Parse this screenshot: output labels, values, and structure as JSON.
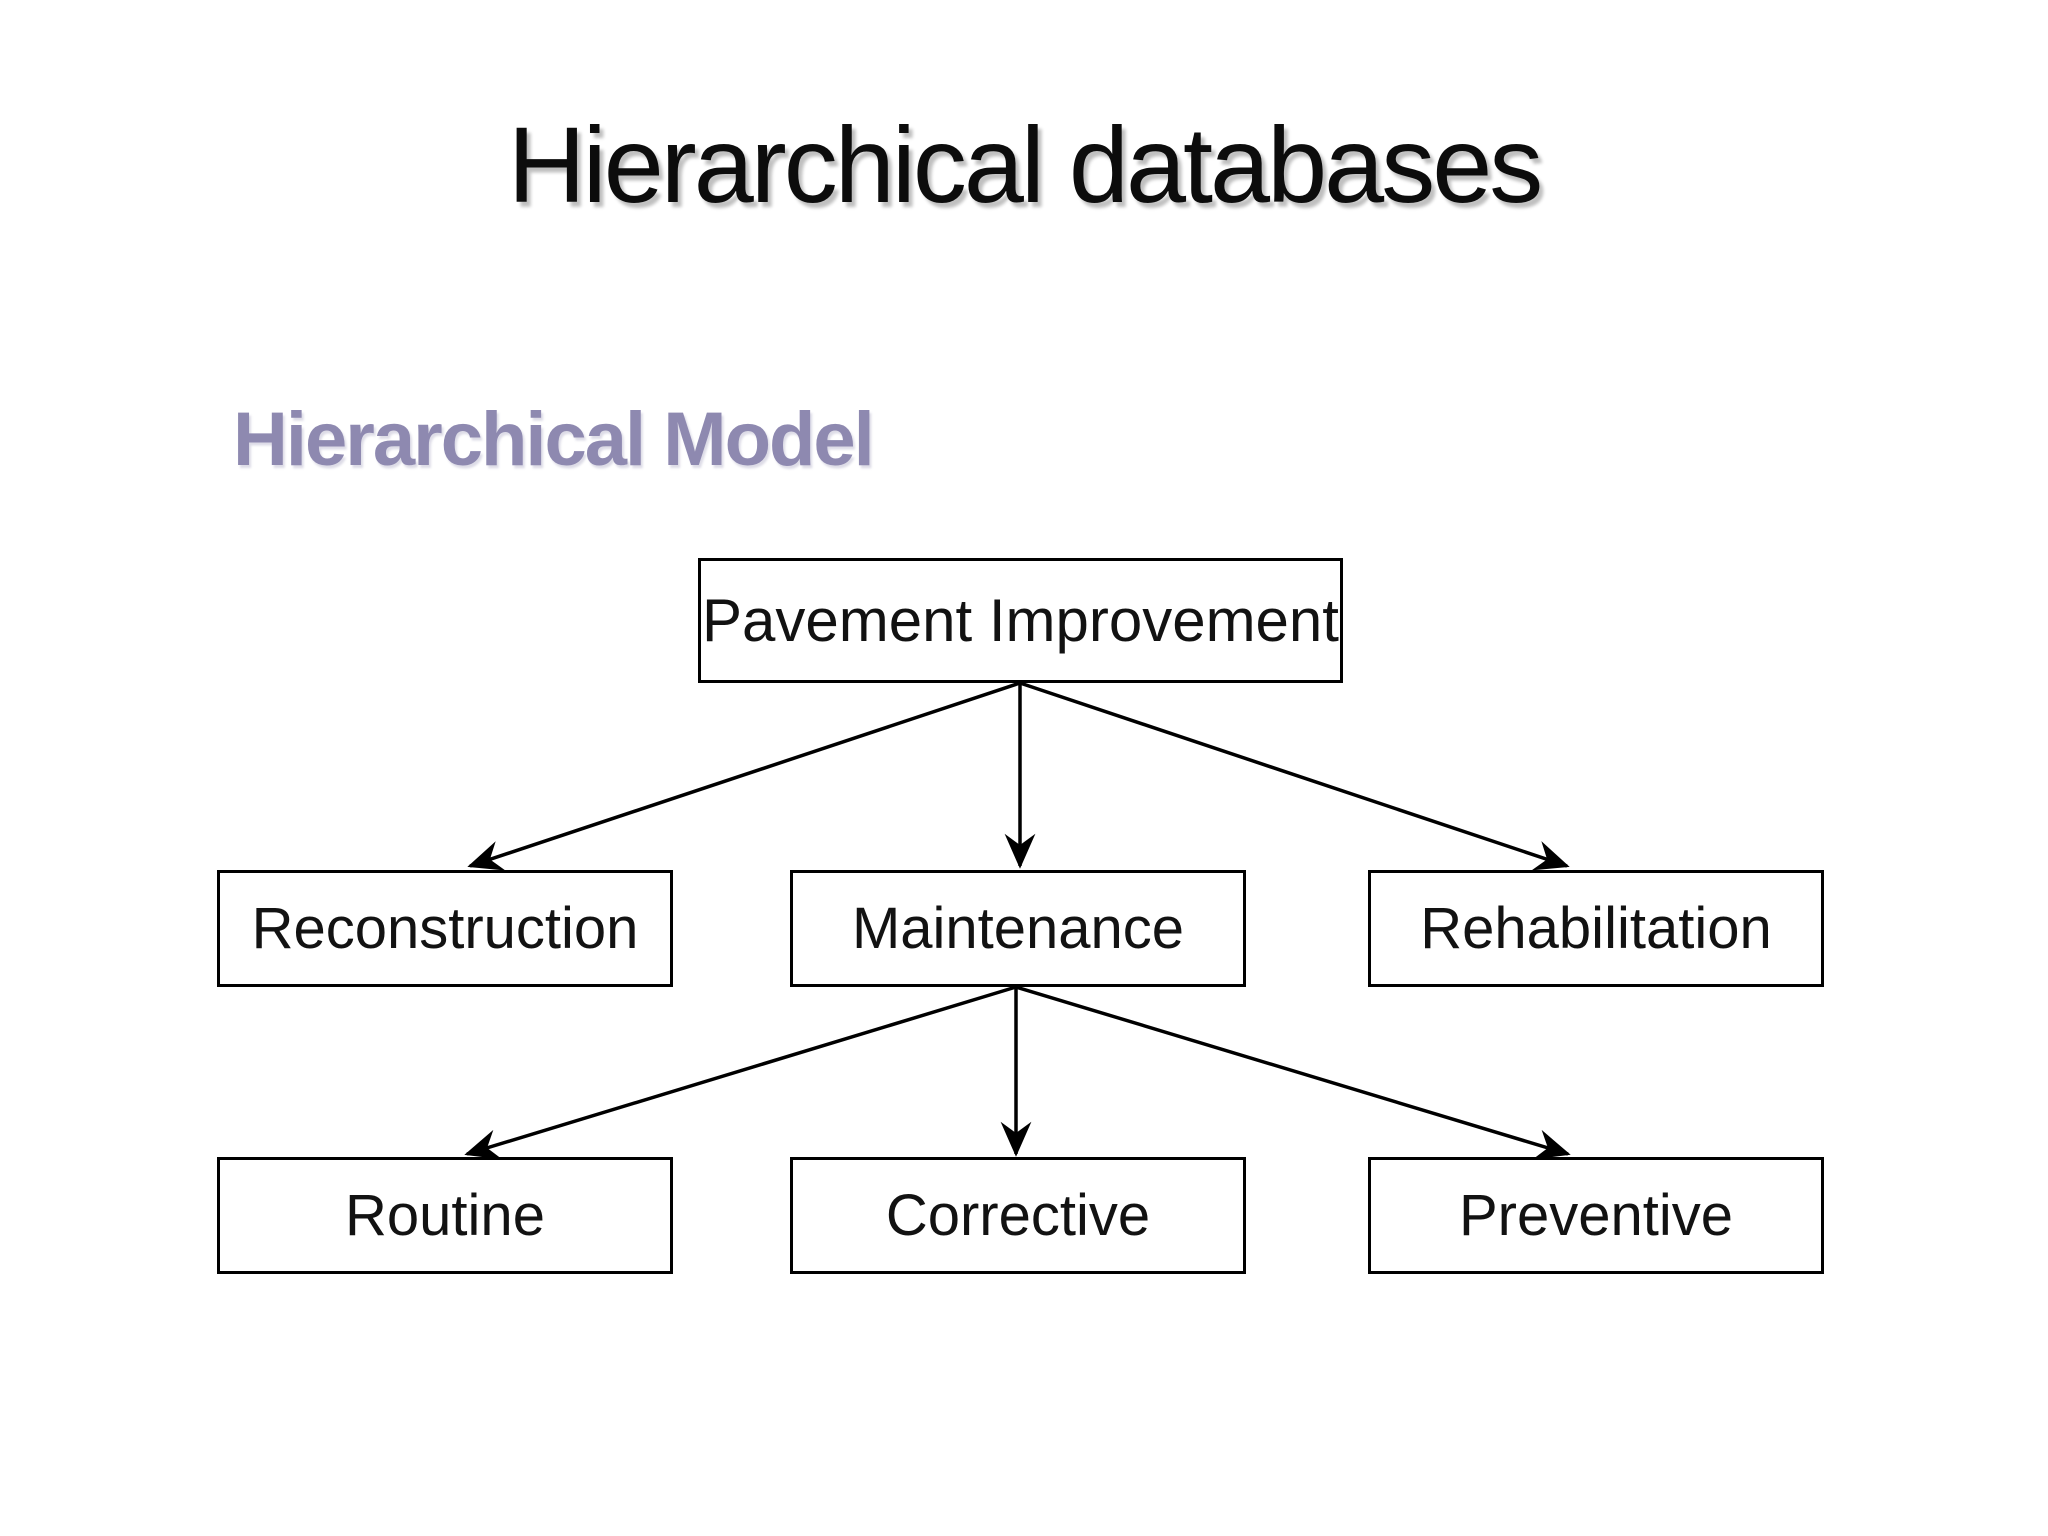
{
  "slide": {
    "title": "Hierarchical databases",
    "subtitle": "Hierarchical Model"
  },
  "diagram": {
    "type": "tree",
    "root": {
      "label": "Pavement Improvement"
    },
    "level2": [
      {
        "label": "Reconstruction"
      },
      {
        "label": "Maintenance"
      },
      {
        "label": "Rehabilitation"
      }
    ],
    "level3": [
      {
        "label": "Routine"
      },
      {
        "label": "Corrective"
      },
      {
        "label": "Preventive"
      }
    ],
    "edges": [
      {
        "from": "Pavement Improvement",
        "to": "Reconstruction"
      },
      {
        "from": "Pavement Improvement",
        "to": "Maintenance"
      },
      {
        "from": "Pavement Improvement",
        "to": "Rehabilitation"
      },
      {
        "from": "Maintenance",
        "to": "Routine"
      },
      {
        "from": "Maintenance",
        "to": "Corrective"
      },
      {
        "from": "Maintenance",
        "to": "Preventive"
      }
    ],
    "colors": {
      "background": "#ffffff",
      "box_fill": "#ffffff",
      "box_border": "#000000",
      "arrow": "#000000",
      "title_text": "#0c0c0c",
      "subtitle_text": "#8e89b0",
      "node_text": "#121212"
    }
  }
}
